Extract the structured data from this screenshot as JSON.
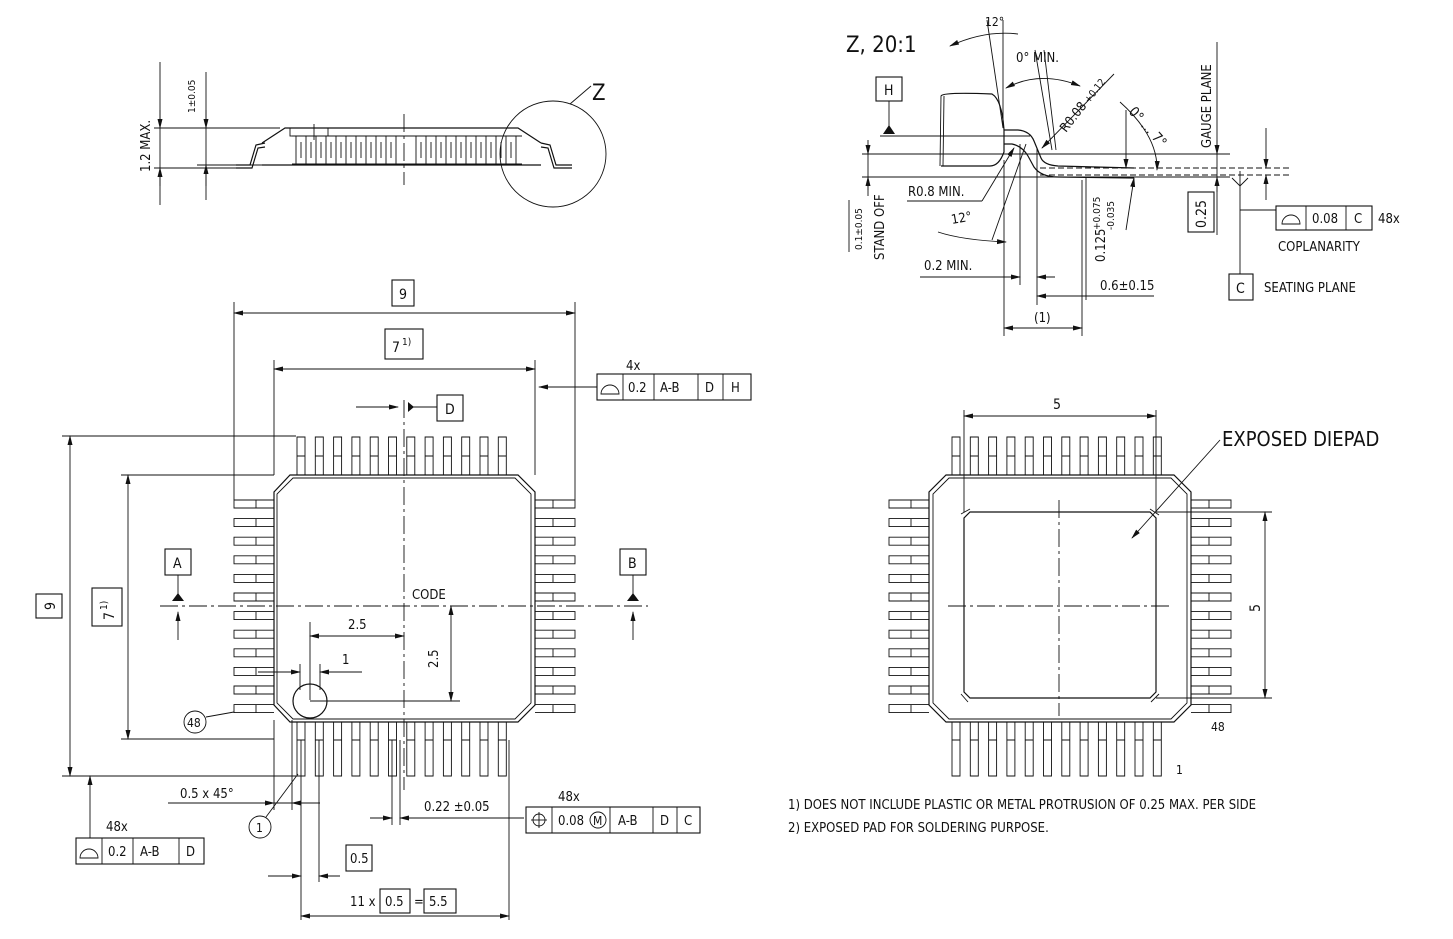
{
  "side_view": {
    "label_max_height": "1.2 MAX.",
    "label_body_thickness": "1±0.05",
    "detail_marker": "Z"
  },
  "detail_z": {
    "title": "Z, 20:1",
    "angle_12_top": "12°",
    "angle_0_min": "0° MIN.",
    "radius_r008": "R0.08",
    "radius_tol": "+0.12",
    "angle_range": "0° ... 7°",
    "gauge_plane": "GAUGE PLANE",
    "datum_h": "H",
    "r08_min": "R0.8 MIN.",
    "angle_12_bottom": "12°",
    "standoff_value": "0.1±0.05",
    "standoff_label": "STAND OFF",
    "lead_thickness": "0.125",
    "lead_thickness_tol_plus": "+0.075",
    "lead_thickness_tol_minus": "-0.035",
    "gauge_value": "0.25",
    "min_02": "0.2 MIN.",
    "foot_length": "0.6±0.15",
    "ref_1": "(1)",
    "coplanarity_value": "0.08",
    "coplanarity_datum": "C",
    "coplanarity_count": "48x",
    "coplanarity_label": "COPLANARITY",
    "datum_c": "C",
    "seating_plane": "SEATING PLANE"
  },
  "top_view": {
    "dim_9_h": "9",
    "dim_7_h": "7",
    "dim_7_sup": "1)",
    "dim_9_v": "9",
    "dim_7_v": "7",
    "dim_7_v_sup": "1)",
    "fcf_top_count": "4x",
    "fcf_top_tol": "0.2",
    "fcf_top_datum1": "A-B",
    "fcf_top_datum2": "D",
    "fcf_top_datum3": "H",
    "datum_d": "D",
    "datum_a": "A",
    "datum_b": "B",
    "code": "CODE",
    "dim_25_h": "2.5",
    "dim_25_v": "2.5",
    "dim_1": "1",
    "pin_48": "48",
    "pin_1": "1",
    "chamfer": "0.5  x 45°",
    "fcf_left_count": "48x",
    "fcf_left_tol": "0.2",
    "fcf_left_datum1": "A-B",
    "fcf_left_datum2": "D",
    "lead_width": "0.22 ±0.05",
    "fcf_pos_count": "48x",
    "fcf_pos_tol": "0.08",
    "fcf_pos_mod": "M",
    "fcf_pos_datum1": "A-B",
    "fcf_pos_datum2": "D",
    "fcf_pos_datum3": "C",
    "pitch": "0.5",
    "pitch_count_prefix": "11 x",
    "pitch_count_val": "0.5",
    "pitch_eq": "=",
    "pitch_total": "5.5"
  },
  "bottom_view": {
    "dim_5_h": "5",
    "dim_5_v": "5",
    "exposed_diepad": "EXPOSED DIEPAD",
    "pin_48": "48",
    "pin_1": "1"
  },
  "notes": [
    "1) DOES NOT INCLUDE PLASTIC OR METAL PROTRUSION OF 0.25 MAX. PER SIDE",
    "2) EXPOSED PAD FOR SOLDERING PURPOSE."
  ]
}
